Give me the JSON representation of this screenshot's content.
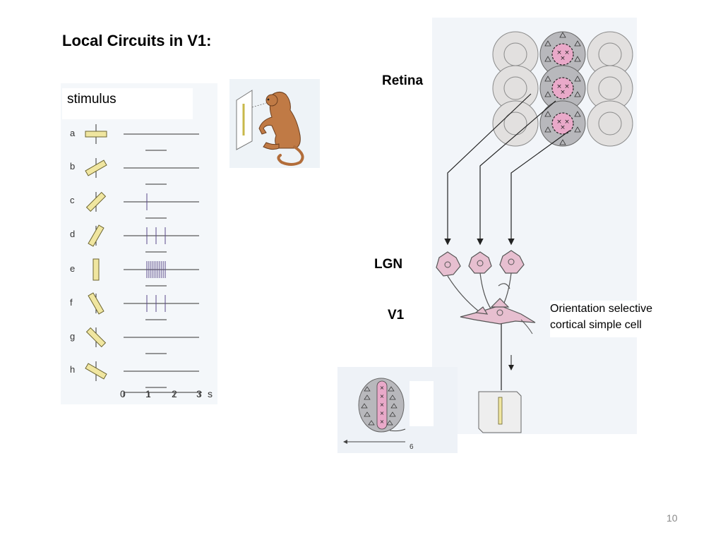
{
  "slide": {
    "title": "Local Circuits in V1:",
    "page_number": "10"
  },
  "stimulus_panel": {
    "heading": "stimulus",
    "rows": [
      {
        "label": "a",
        "bar_angle_deg": 90,
        "spike_count": 0
      },
      {
        "label": "b",
        "bar_angle_deg": 60,
        "spike_count": 0
      },
      {
        "label": "c",
        "bar_angle_deg": 45,
        "spike_count": 1
      },
      {
        "label": "d",
        "bar_angle_deg": 30,
        "spike_count": 3
      },
      {
        "label": "e",
        "bar_angle_deg": 0,
        "spike_count": 10
      },
      {
        "label": "f",
        "bar_angle_deg": -30,
        "spike_count": 3
      },
      {
        "label": "g",
        "bar_angle_deg": -45,
        "spike_count": 0
      },
      {
        "label": "h",
        "bar_angle_deg": -60,
        "spike_count": 0
      }
    ],
    "time_axis": {
      "ticks": [
        "0",
        "1",
        "2",
        "3"
      ],
      "unit": "s"
    }
  },
  "circuit": {
    "retina_label": "Retina",
    "lgn_label": "LGN",
    "v1_label": "V1",
    "cell_caption_line1": "Orientation selective",
    "cell_caption_line2": "cortical simple cell"
  },
  "receptive_field": {
    "figure_number": "6"
  },
  "colors": {
    "stimulus_bar": "#f0e6a0",
    "stimulus_bar_border": "#6b6430",
    "neuron_fill": "#e7bfd0",
    "neuron_stroke": "#555555",
    "on_center_fill": "#e9a9c9",
    "rf_gray": "#b8b8bc",
    "monkey": "#c07a45"
  }
}
